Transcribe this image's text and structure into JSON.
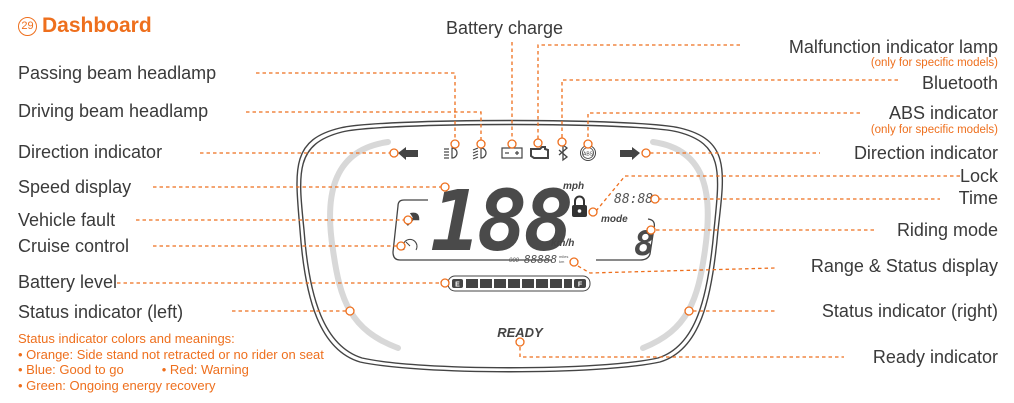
{
  "header": {
    "number": "29",
    "title": "Dashboard"
  },
  "labels_left": [
    {
      "id": "passing-beam",
      "text": "Passing beam headlamp"
    },
    {
      "id": "driving-beam",
      "text": "Driving beam headlamp"
    },
    {
      "id": "direction-left",
      "text": "Direction indicator"
    },
    {
      "id": "speed",
      "text": "Speed display"
    },
    {
      "id": "vehicle-fault",
      "text": "Vehicle fault"
    },
    {
      "id": "cruise",
      "text": "Cruise control"
    },
    {
      "id": "battery-level",
      "text": "Battery level"
    },
    {
      "id": "status-left",
      "text": "Status indicator (left)"
    }
  ],
  "labels_top": [
    {
      "id": "battery-charge",
      "text": "Battery charge"
    }
  ],
  "labels_right": [
    {
      "id": "malfunction",
      "text": "Malfunction indicator lamp",
      "note": "(only for specific models)"
    },
    {
      "id": "bluetooth",
      "text": "Bluetooth"
    },
    {
      "id": "abs",
      "text": "ABS indicator",
      "note": "(only for specific models)"
    },
    {
      "id": "direction-right",
      "text": "Direction indicator"
    },
    {
      "id": "lock",
      "text": "Lock"
    },
    {
      "id": "time",
      "text": "Time"
    },
    {
      "id": "riding-mode",
      "text": "Riding mode"
    },
    {
      "id": "range-status",
      "text": "Range & Status display"
    },
    {
      "id": "status-right",
      "text": "Status indicator (right)"
    },
    {
      "id": "ready",
      "text": "Ready indicator"
    }
  ],
  "display": {
    "speed": "188",
    "unit_mph": "mph",
    "unit_kmh": "km/h",
    "time": "88:88",
    "mode_label": "mode",
    "mode_value": "8",
    "odo_prefix": "000",
    "odo_value": "88888",
    "odo_unit_top": "miles",
    "odo_unit_bottom": "km",
    "battery_empty": "E",
    "battery_full": "F",
    "battery_segments": 9,
    "ready_text": "READY",
    "abs_text": "ABS"
  },
  "legend": {
    "title": "Status indicator colors and meanings:",
    "items": [
      "• Orange: Side stand not retracted or no rider on seat",
      "• Blue: Good to go",
      "• Red: Warning",
      "• Green: Ongoing energy recovery"
    ]
  },
  "colors": {
    "accent": "#ee6f1d",
    "text": "#3a3a3a",
    "lcd": "#4a4a4a",
    "bezel": "#444444",
    "status_bar": "#d8d8d8"
  }
}
